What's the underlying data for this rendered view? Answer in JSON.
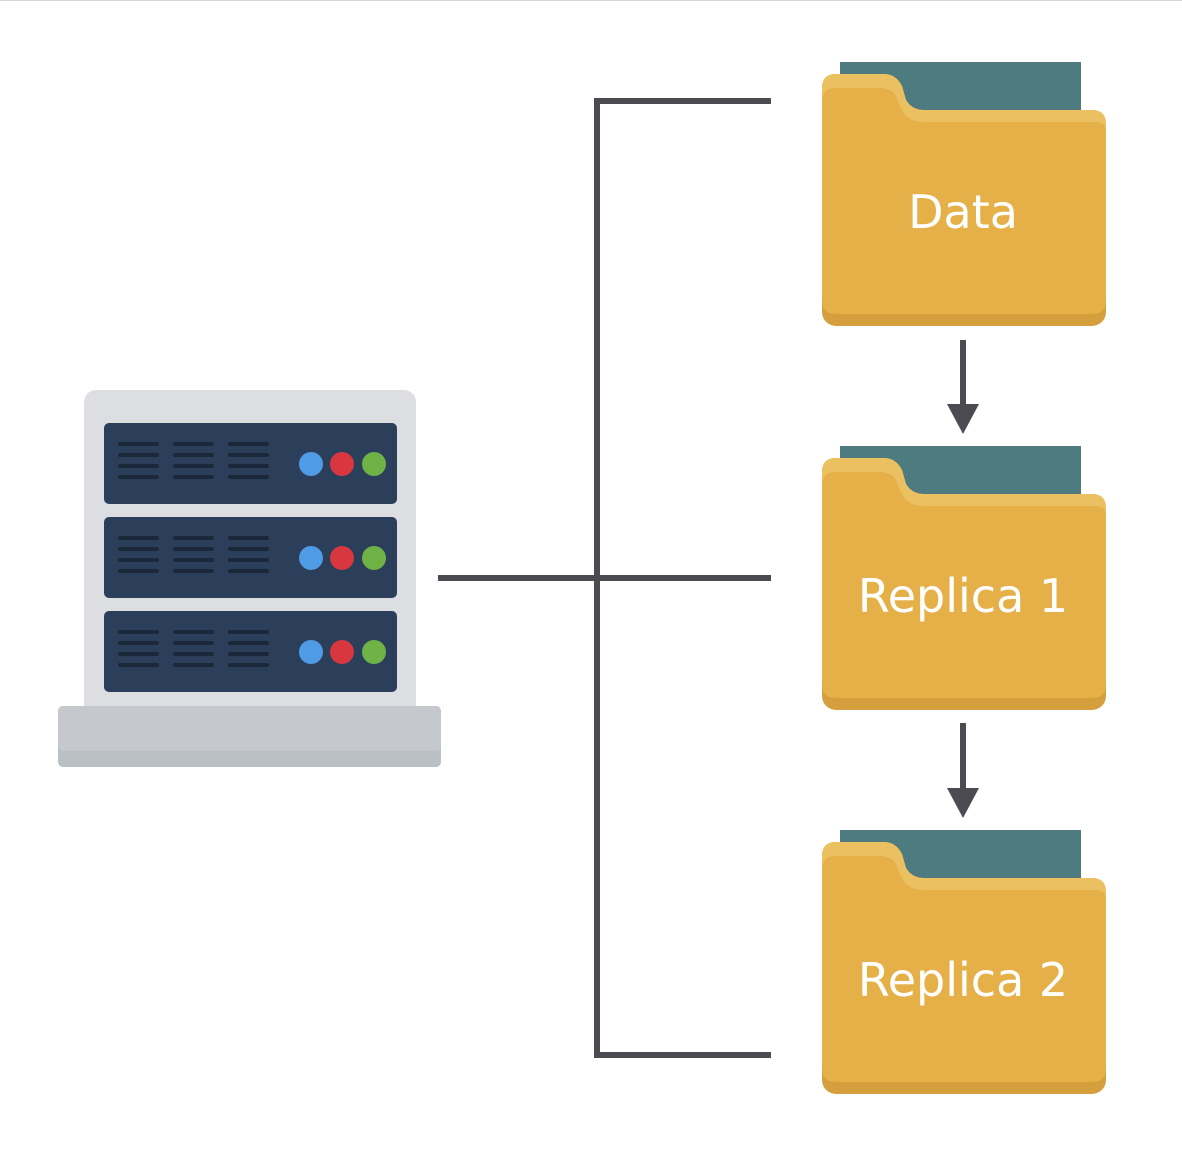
{
  "colors": {
    "connector": "#4d4b52",
    "folder_body": "#e6b049",
    "folder_shadow": "#d49f3c",
    "folder_flap": "#ebc061",
    "folder_back": "#4e7b80",
    "server_frame": "#dcdee1",
    "server_unit": "#2b3f5a",
    "server_base": "#bbc0c5",
    "led_blue": "#4f9be6",
    "led_red": "#d9373f",
    "led_green": "#6fb347"
  },
  "server": {
    "icon": "server-rack-icon",
    "unit_count": 3
  },
  "folders": [
    {
      "label": "Data",
      "icon": "folder-icon"
    },
    {
      "label": "Replica 1",
      "icon": "folder-icon"
    },
    {
      "label": "Replica 2",
      "icon": "folder-icon"
    }
  ]
}
